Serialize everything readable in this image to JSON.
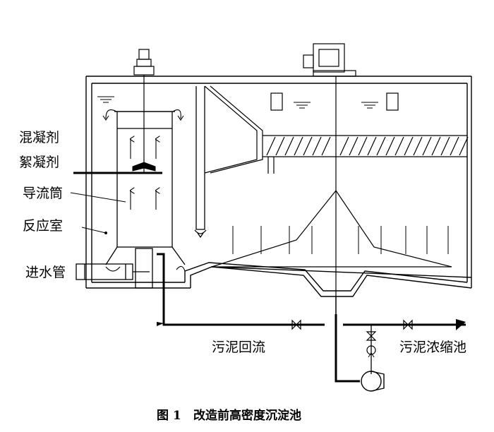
{
  "labels": {
    "coagulant": "混凝剂",
    "flocculant": "絮凝剂",
    "draft_tube": "导流筒",
    "reaction_chamber": "反应室",
    "inlet_pipe": "进水管",
    "sludge_return": "污泥回流",
    "sludge_thickening": "污泥浓缩池"
  },
  "caption": {
    "number": "图 1",
    "title": "改造前高密度沉淀池"
  },
  "colors": {
    "line": "#000000",
    "background": "#ffffff"
  }
}
